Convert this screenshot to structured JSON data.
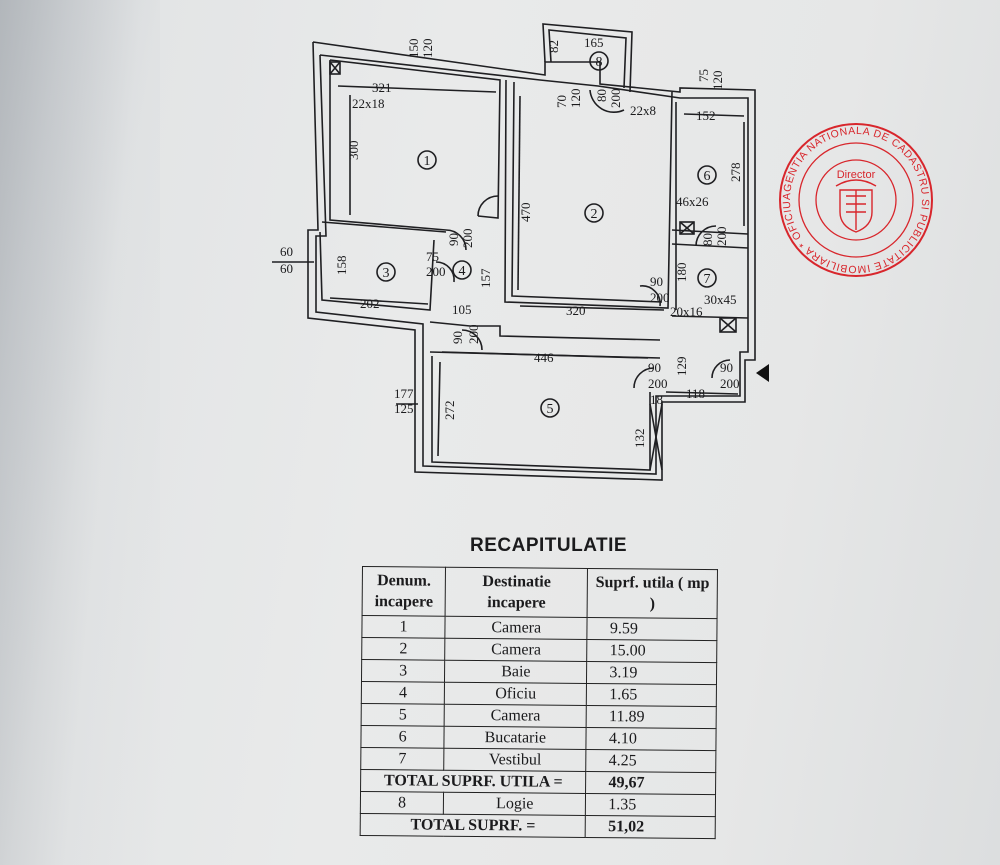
{
  "title": "RECAPITULATIE",
  "table": {
    "headers": [
      "Denum. incapere",
      "Destinatie incapere",
      "Suprf. utila ( mp )"
    ],
    "rows": [
      {
        "nr": "1",
        "dest": "Camera",
        "area": "9.59"
      },
      {
        "nr": "2",
        "dest": "Camera",
        "area": "15.00"
      },
      {
        "nr": "3",
        "dest": "Baie",
        "area": "3.19"
      },
      {
        "nr": "4",
        "dest": "Oficiu",
        "area": "1.65"
      },
      {
        "nr": "5",
        "dest": "Camera",
        "area": "11.89"
      },
      {
        "nr": "6",
        "dest": "Bucatarie",
        "area": "4.10"
      },
      {
        "nr": "7",
        "dest": "Vestibul",
        "area": "4.25"
      }
    ],
    "total_util_label": "TOTAL SUPRF. UTILA =",
    "total_util_value": "49,67",
    "logie": {
      "nr": "8",
      "dest": "Logie",
      "area": "1.35"
    },
    "total_label": "TOTAL SUPRF. =",
    "total_value": "51,02"
  },
  "plan": {
    "rooms": [
      "1",
      "2",
      "3",
      "4",
      "5",
      "6",
      "7",
      "8"
    ],
    "dims": {
      "d321": "321",
      "d300": "300",
      "d150": "150",
      "d120a": "120",
      "d165": "165",
      "d82": "82",
      "d70": "70",
      "d120b": "120",
      "d80a": "80",
      "d200a": "200",
      "d22x8": "22x8",
      "d22x18": "22x18",
      "d75a": "75",
      "d120c": "120",
      "d152": "152",
      "d278": "278",
      "d470": "470",
      "d46x26": "46x26",
      "d80b": "80",
      "d200b": "200",
      "d90a": "90",
      "d200c": "200",
      "d60a": "60",
      "d60b": "60",
      "d158": "158",
      "d75b": "75",
      "d200d": "200",
      "d157": "157",
      "d90b": "90",
      "d200e": "200",
      "d180": "180",
      "d30x45": "30x45",
      "d202": "202",
      "d105": "105",
      "d320": "320",
      "d20x16": "20x16",
      "d90c": "90",
      "d200f": "200",
      "d446": "446",
      "d90d": "90",
      "d200g": "200",
      "d129": "129",
      "d90e": "90",
      "d200h": "200",
      "d177": "177",
      "d125": "125",
      "d272": "272",
      "d118": "118",
      "d18": "18",
      "d132": "132"
    }
  },
  "stamp": {
    "ring_text": "AGENTIA NATIONALA DE CADASTRU SI PUBLICITATE IMOBILIARA * OFICIUL DE CADASTRU SI PUBLICITATE IMOBILIARA BUCURESTI *",
    "center_text": "Director",
    "color": "#d8262c"
  }
}
